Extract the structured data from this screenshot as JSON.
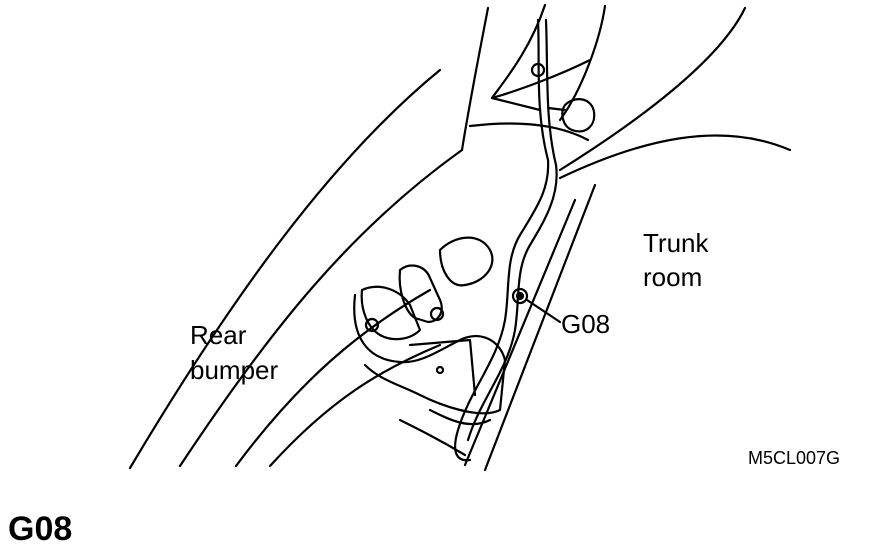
{
  "labels": {
    "trunk_room_line1": "Trunk",
    "trunk_room_line2": "room",
    "rear_bumper_line1": "Rear",
    "rear_bumper_line2": "bumper",
    "ground_point": "G08",
    "figure_code": "M5CL007G"
  },
  "heading": "G08",
  "colors": {
    "line": "#000000",
    "background": "#ffffff"
  }
}
